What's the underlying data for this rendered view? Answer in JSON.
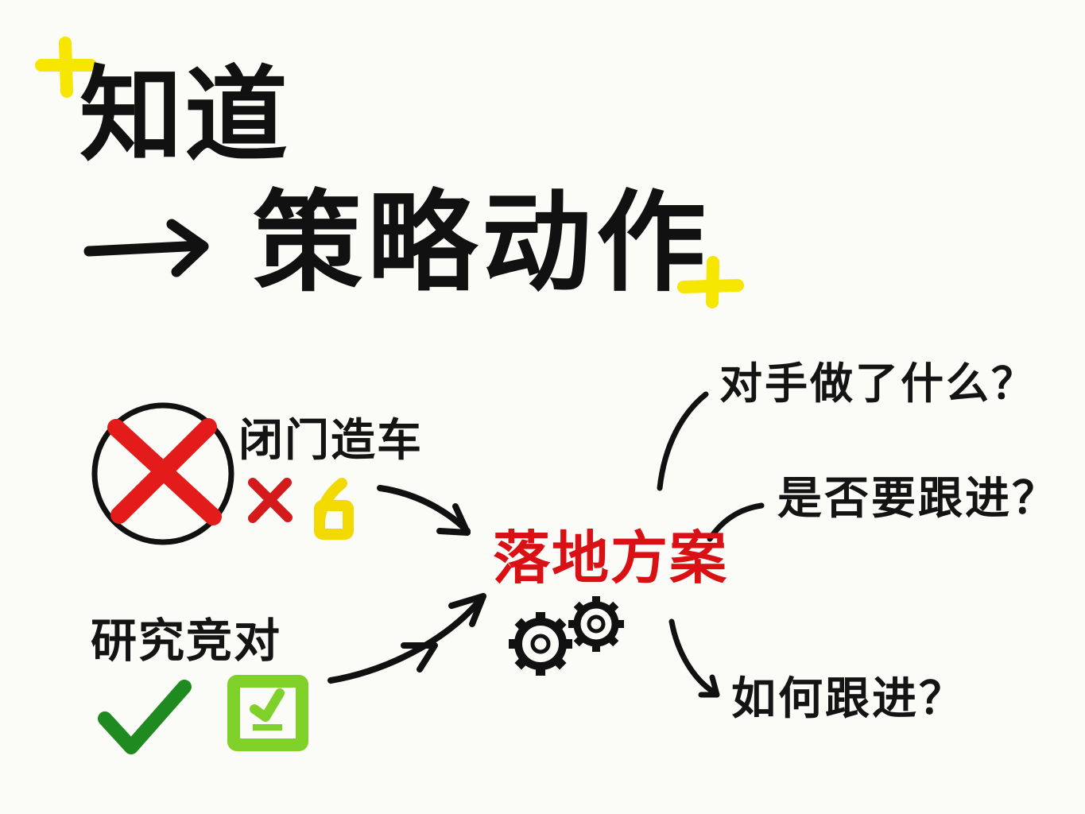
{
  "title": {
    "line1": "知道",
    "arrow": "→",
    "line2": "策略动作"
  },
  "left": {
    "wrong": {
      "label": "闭门造车",
      "icons": [
        "red-x-circle-icon",
        "red-x-icon",
        "yellow-6-doodle-icon"
      ]
    },
    "right": {
      "label": "研究竞对",
      "icons": [
        "green-check-icon",
        "green-checkbox-icon"
      ]
    }
  },
  "hub": {
    "label": "落地方案",
    "icons": [
      "gears-icon"
    ]
  },
  "questions": [
    {
      "label": "对手做了什么？"
    },
    {
      "label": "是否要跟进？"
    },
    {
      "label": "如何跟进？"
    }
  ],
  "colors": {
    "background": "#fbfbf8",
    "ink": "#111111",
    "accent_red": "#d91014",
    "highlight_yellow": "#f6e600",
    "check_dark_green": "#1f8a1f",
    "check_light_green": "#7fd12a"
  }
}
